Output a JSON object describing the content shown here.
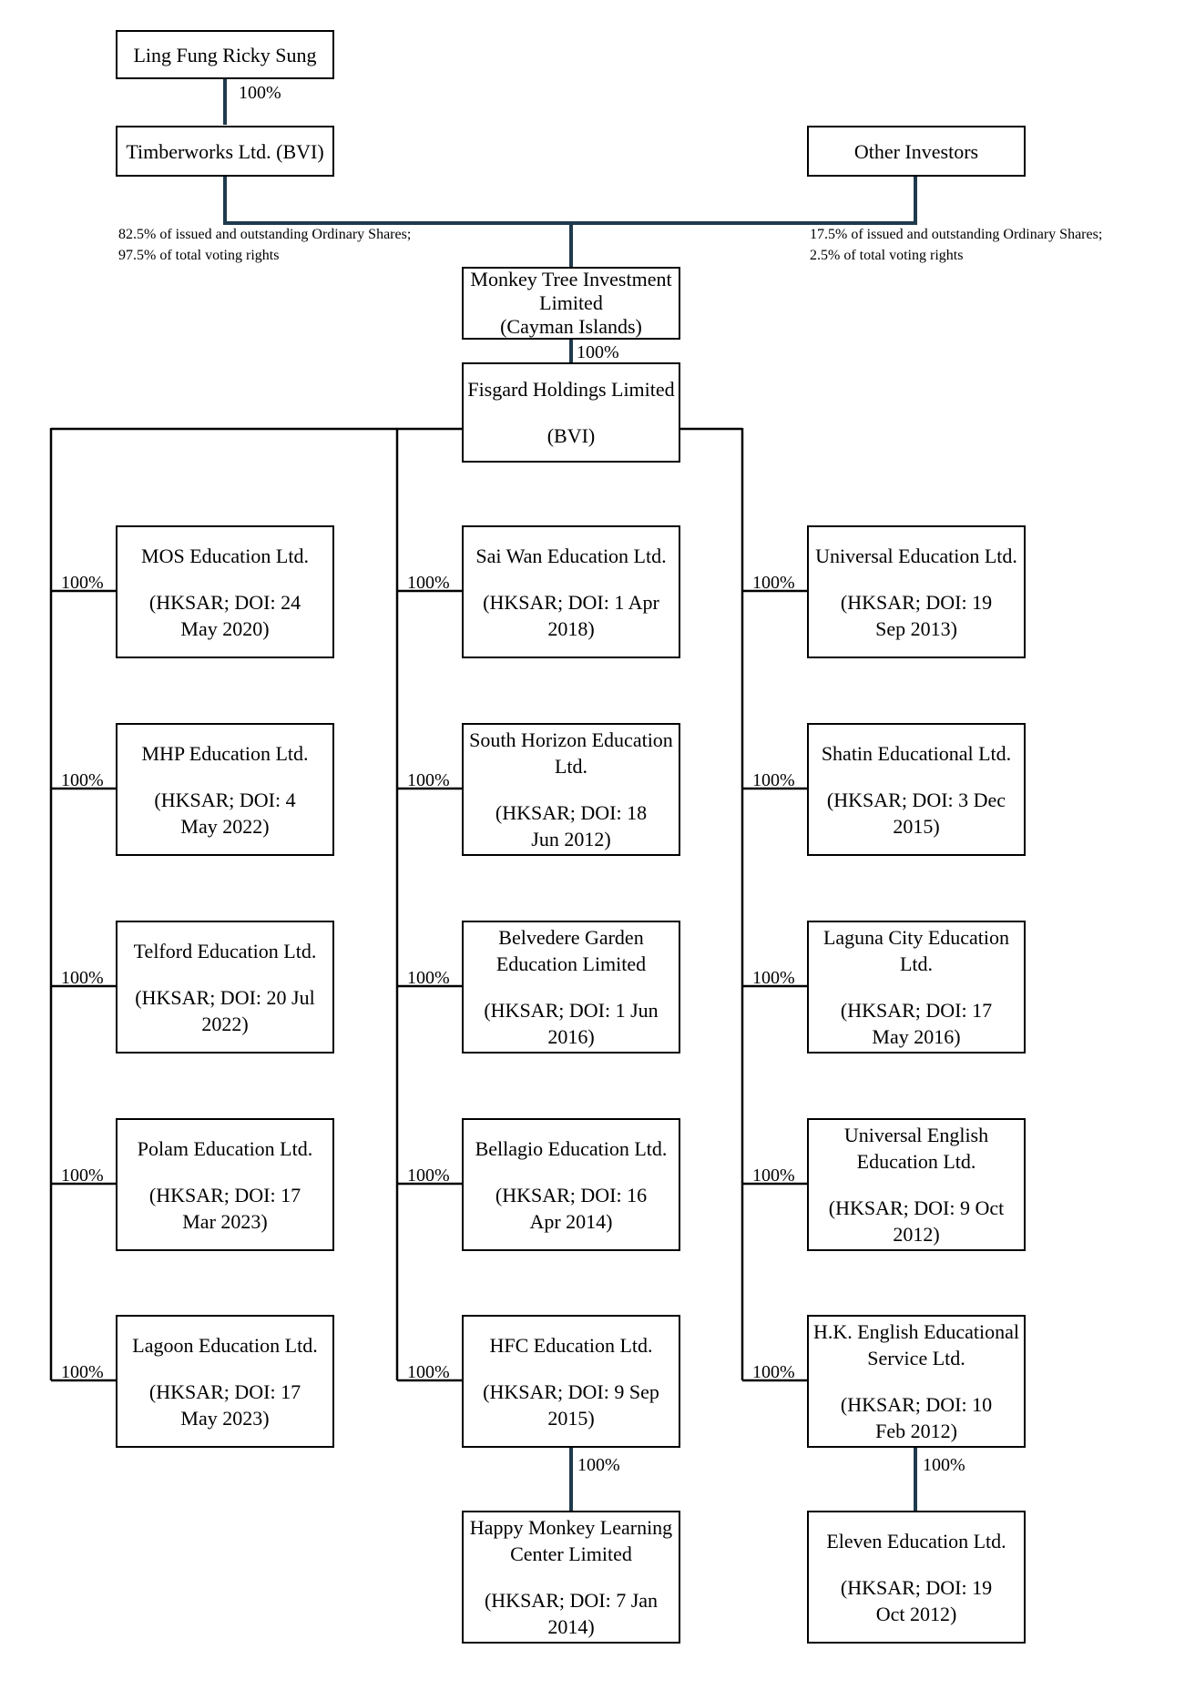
{
  "colors": {
    "equity_line": "#1f3a4d",
    "subsidiary_line": "#000000",
    "box_border": "#000000"
  },
  "owner": {
    "name": "Ling Fung Ricky Sung",
    "pct": "100%"
  },
  "holding_bvi": {
    "name": "Timberworks Ltd. (BVI)"
  },
  "other_investors": {
    "name": "Other Investors"
  },
  "holding_note": {
    "line1": "82.5% of issued and outstanding Ordinary Shares;",
    "line2": "97.5% of total voting rights"
  },
  "other_note": {
    "line1": "17.5% of issued and outstanding Ordinary Shares;",
    "line2": "2.5% of total voting rights"
  },
  "parent": {
    "line1": "Monkey Tree Investment",
    "line2": "Limited",
    "line3": "(Cayman Islands)",
    "pct": "100%"
  },
  "fisgard": {
    "line1": "Fisgard Holdings Limited",
    "line2": "(BVI)"
  },
  "columns": [
    {
      "items": [
        {
          "name": "MOS Education Ltd.",
          "detail": "(HKSAR; DOI: 24 May 2020)",
          "pct": "100%"
        },
        {
          "name": "MHP Education Ltd.",
          "detail": "(HKSAR; DOI: 4 May 2022)",
          "pct": "100%"
        },
        {
          "name": "Telford Education Ltd.",
          "detail": "(HKSAR; DOI: 20 Jul 2022)",
          "pct": "100%"
        },
        {
          "name": "Polam Education Ltd.",
          "detail": "(HKSAR; DOI: 17 Mar 2023)",
          "pct": "100%"
        },
        {
          "name": "Lagoon Education Ltd.",
          "detail": "(HKSAR; DOI: 17 May 2023)",
          "pct": "100%"
        }
      ]
    },
    {
      "items": [
        {
          "name": "Sai Wan Education Ltd.",
          "detail": "(HKSAR; DOI: 1 Apr 2018)",
          "pct": "100%"
        },
        {
          "name": "South Horizon Education Ltd.",
          "detail": "(HKSAR; DOI: 18 Jun 2012)",
          "pct": "100%"
        },
        {
          "name": "Belvedere Garden Education Limited",
          "detail": "(HKSAR; DOI: 1 Jun 2016)",
          "pct": "100%"
        },
        {
          "name": "Bellagio Education Ltd.",
          "detail": "(HKSAR; DOI: 16 Apr 2014)",
          "pct": "100%"
        },
        {
          "name": "HFC Education Ltd.",
          "detail": "(HKSAR; DOI: 9 Sep 2015)",
          "pct": "100%"
        }
      ]
    },
    {
      "items": [
        {
          "name": "Universal Education Ltd.",
          "detail": "(HKSAR; DOI: 19 Sep 2013)",
          "pct": "100%"
        },
        {
          "name": "Shatin Educational Ltd.",
          "detail": "(HKSAR; DOI: 3 Dec 2015)",
          "pct": "100%"
        },
        {
          "name": "Laguna City Education Ltd.",
          "detail": "(HKSAR; DOI: 17 May 2016)",
          "pct": "100%"
        },
        {
          "name": "Universal English Education Ltd.",
          "detail": "(HKSAR; DOI: 9 Oct 2012)",
          "pct": "100%"
        },
        {
          "name": "H.K. English Educational Service Ltd.",
          "detail": "(HKSAR; DOI: 10 Feb 2012)",
          "pct": "100%"
        }
      ]
    }
  ],
  "sub_subsidiaries": [
    {
      "parent_col": 1,
      "name": "Happy Monkey Learning Center Limited",
      "detail": "(HKSAR; DOI: 7 Jan 2014)",
      "pct": "100%"
    },
    {
      "parent_col": 2,
      "name": "Eleven Education Ltd.",
      "detail": "(HKSAR; DOI: 19 Oct 2012)",
      "pct": "100%"
    }
  ]
}
